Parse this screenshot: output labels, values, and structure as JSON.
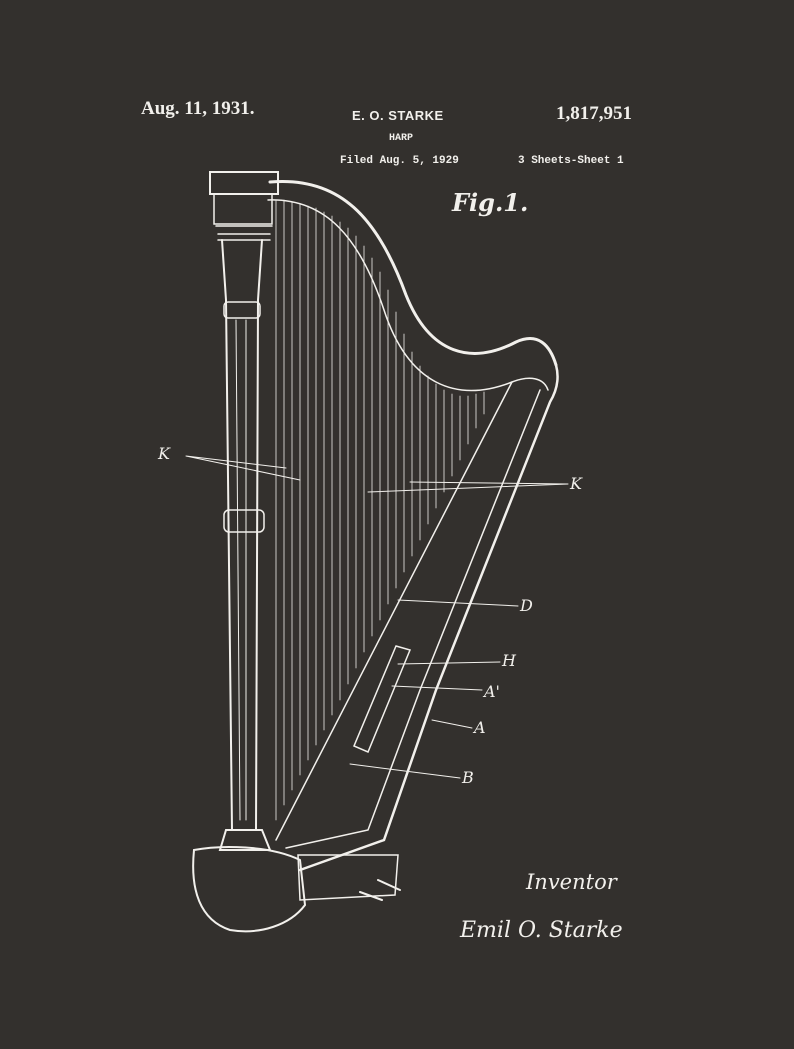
{
  "header": {
    "date": "Aug. 11, 1931.",
    "inventor": "E. O. STARKE",
    "patent_number": "1,817,951",
    "title": "HARP",
    "filed": "Filed Aug. 5, 1929",
    "sheets": "3 Sheets-Sheet 1"
  },
  "figure": {
    "label": "Fig.1.",
    "labels": {
      "k_left": "K",
      "k_right": "K",
      "d": "D",
      "h": "H",
      "a_prime": "A'",
      "a": "A",
      "b": "B"
    }
  },
  "footer": {
    "inventor_label": "Inventor",
    "signature": "Emil O. Starke"
  },
  "colors": {
    "background": "#33302d",
    "ink": "#f2f0ec"
  }
}
